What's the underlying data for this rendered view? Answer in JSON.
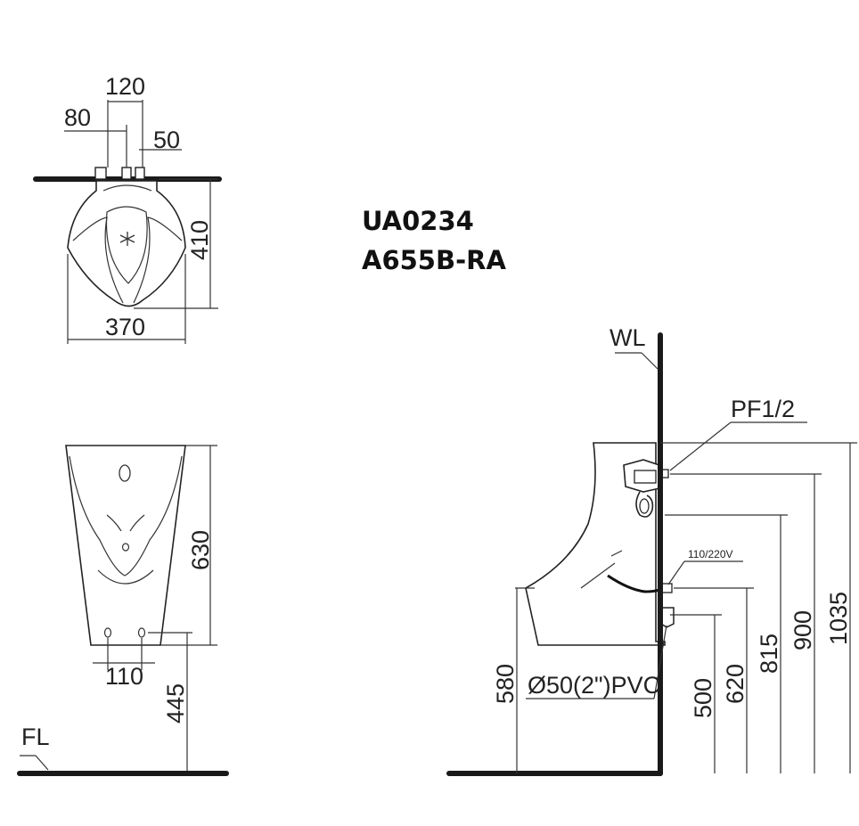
{
  "models": [
    "UA0234",
    "A655B-RA"
  ],
  "top_view": {
    "dim_120": "120",
    "dim_80": "80",
    "dim_50": "50",
    "dim_410": "410",
    "dim_370": "370"
  },
  "front_view": {
    "dim_630": "630",
    "dim_110": "110",
    "dim_445": "445",
    "floor_label": "FL"
  },
  "side_view": {
    "wall_label": "WL",
    "inlet_label": "PF1/2",
    "power_label": "110/220V",
    "outlet_label": "Ø50(2\")PVC",
    "dim_580": "580",
    "dim_500": "500",
    "dim_620": "620",
    "dim_815": "815",
    "dim_900": "900",
    "dim_1035": "1035"
  }
}
